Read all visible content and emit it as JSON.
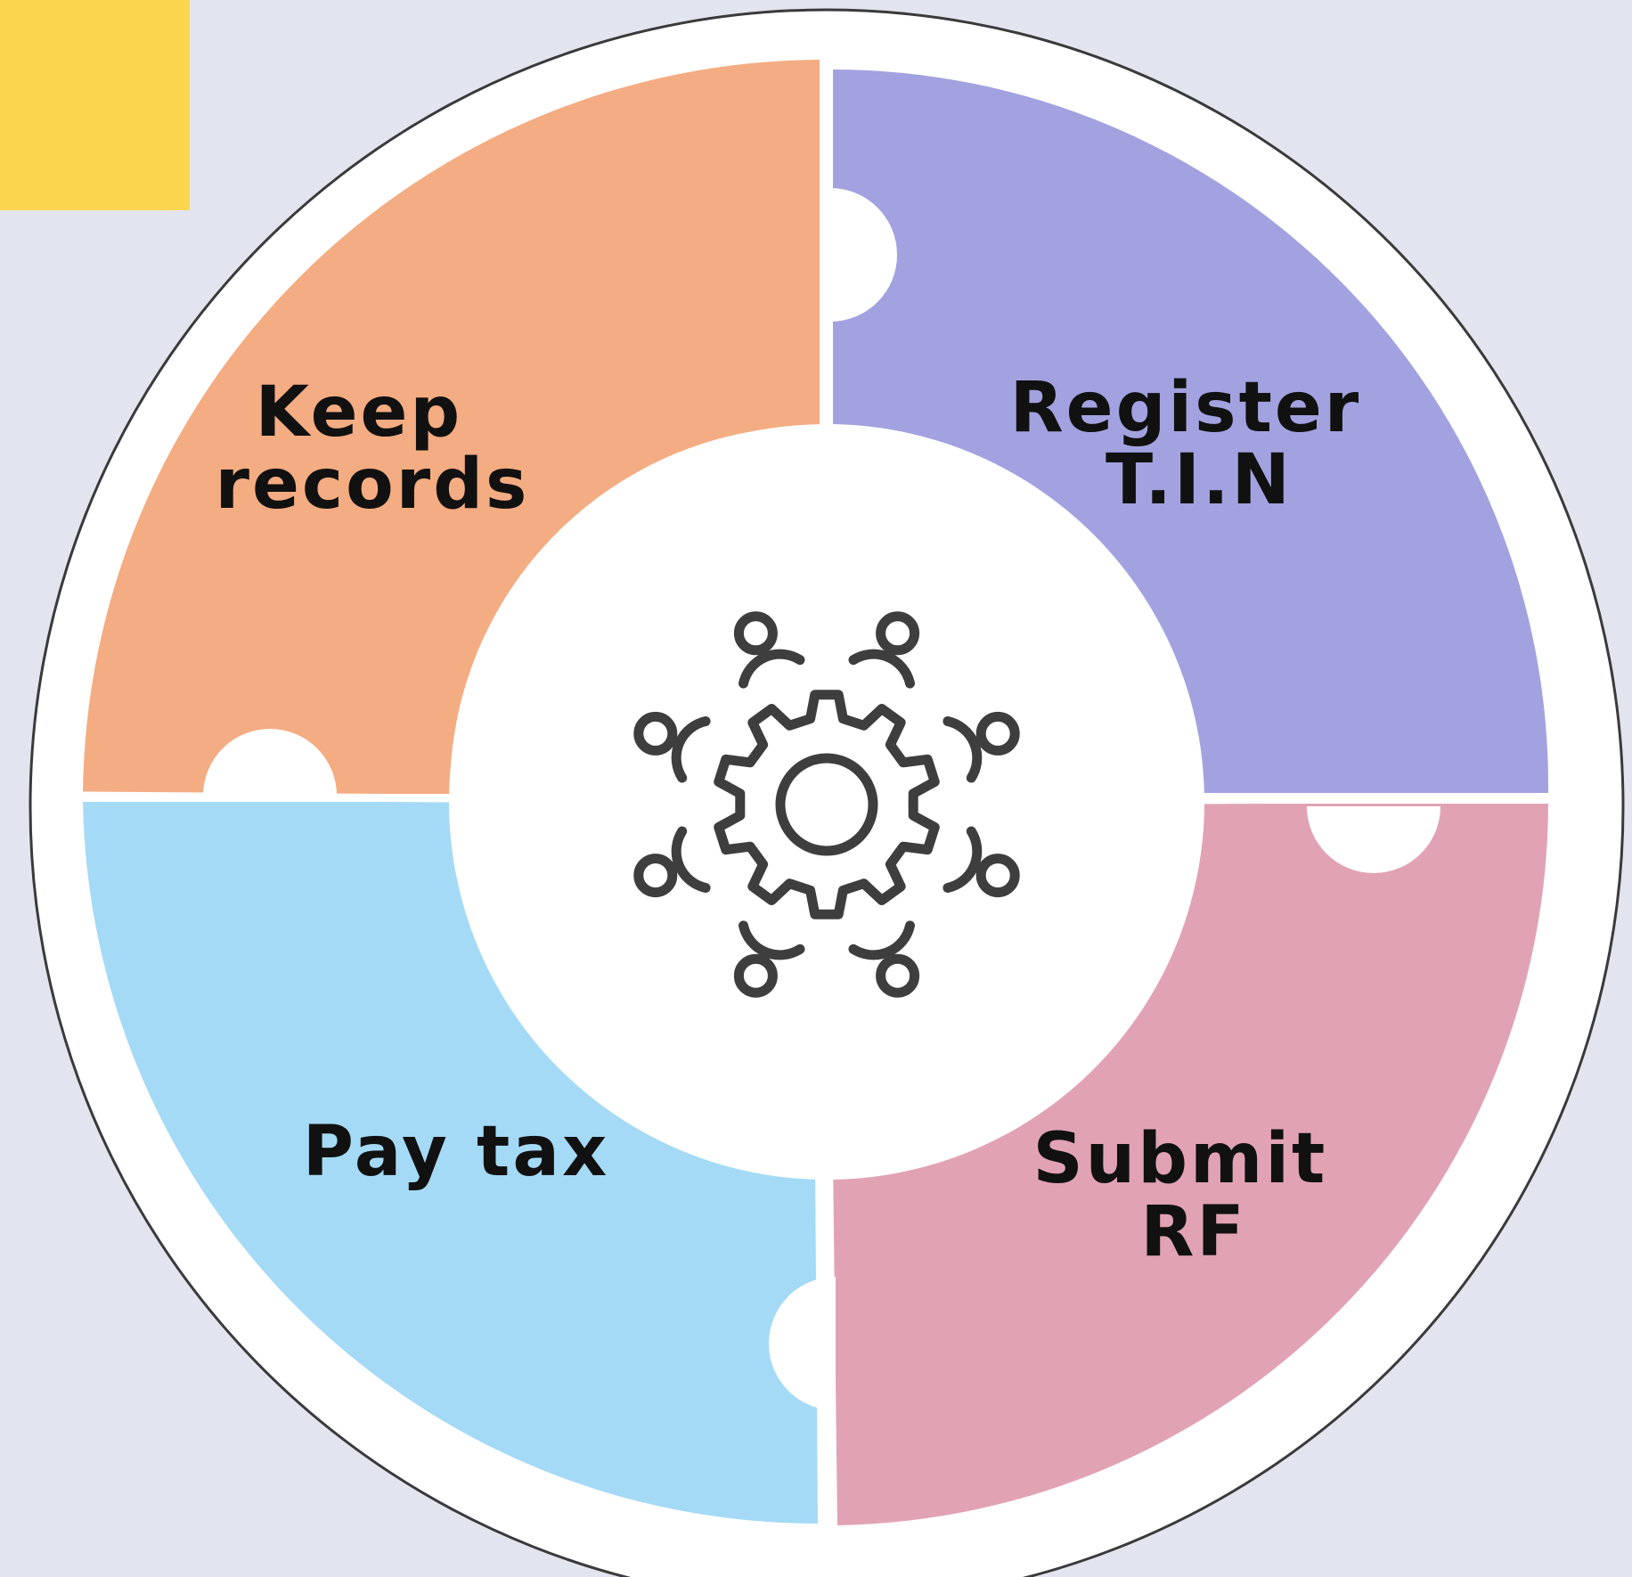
{
  "diagram": {
    "segments": [
      {
        "id": "keep-records",
        "lines": [
          "Keep",
          "records"
        ],
        "color": "#f4ac82"
      },
      {
        "id": "register-tin",
        "lines": [
          "Register",
          "T.I.N"
        ],
        "color": "#a3a2e0"
      },
      {
        "id": "submit-rf",
        "lines": [
          "Submit",
          "RF"
        ],
        "color": "#e1a3b4"
      },
      {
        "id": "pay-tax",
        "lines": [
          "Pay tax"
        ],
        "color": "#a5daf6"
      }
    ],
    "center_icon": "teamwork-gear-icon",
    "colors": {
      "background": "#e2e5ef",
      "corner_tag": "#fbd54e",
      "ring_outline": "#3a3a3a",
      "icon_stroke": "#3e3e3e"
    }
  }
}
